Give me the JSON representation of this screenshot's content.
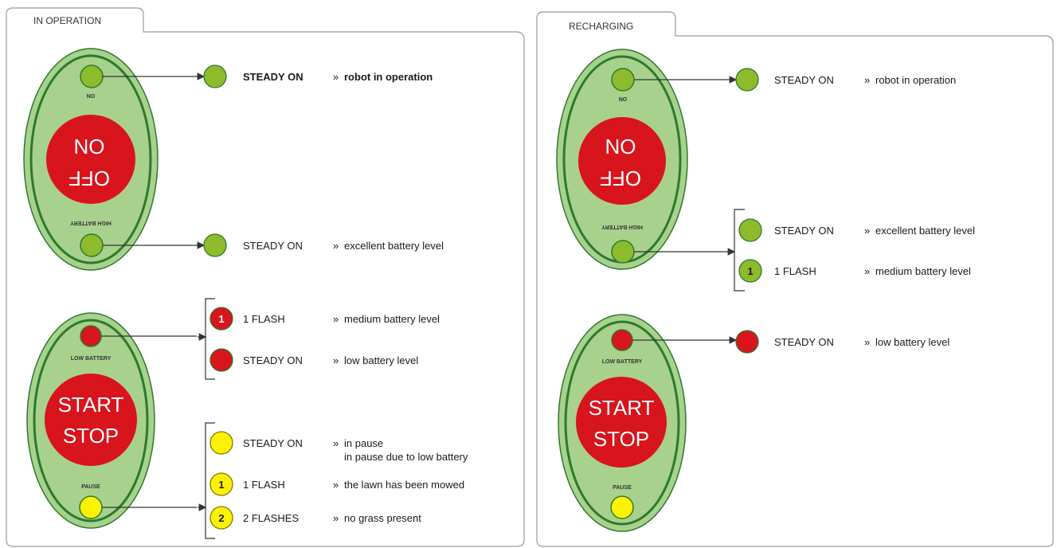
{
  "colors": {
    "panel_border": "#9a9a9a",
    "oval_fill": "#a9d18e",
    "oval_ring": "#2c7a2c",
    "led_green": "#8dbb2c",
    "led_red": "#d8141c",
    "led_yellow": "#fff200",
    "big_button_red": "#d8141c",
    "connector": "#333333"
  },
  "panels": {
    "operation": {
      "title": "IN OPERATION",
      "top_control": {
        "led_top_label": "NO",
        "button_text_upright": "NO",
        "button_text_flipped": "OFF",
        "led_bottom_label": "HIGH BATTERY"
      },
      "bottom_control": {
        "led_top_label": "LOW BATTERY",
        "button_line1": "START",
        "button_line2": "STOP",
        "led_bottom_label": "PAUSE"
      },
      "rows": [
        {
          "state": "STEADY ON",
          "desc": "robot in operation",
          "color": "green",
          "num": ""
        },
        {
          "state": "STEADY ON",
          "desc": "excellent battery level",
          "color": "green",
          "num": ""
        },
        {
          "state": "1 FLASH",
          "desc": "medium battery level",
          "color": "red",
          "num": "1"
        },
        {
          "state": "STEADY ON",
          "desc": "low battery level",
          "color": "red",
          "num": ""
        },
        {
          "state": "STEADY ON",
          "desc": "in pause",
          "desc2": "in pause due to low battery",
          "color": "yellow",
          "num": ""
        },
        {
          "state": "1 FLASH",
          "desc": "the lawn has been mowed",
          "color": "yellow",
          "num": "1"
        },
        {
          "state": "2 FLASHES",
          "desc": "no grass present",
          "color": "yellow",
          "num": "2"
        }
      ]
    },
    "recharging": {
      "title": "RECHARGING",
      "top_control": {
        "led_top_label": "NO",
        "button_text_upright": "NO",
        "button_text_flipped": "OFF",
        "led_bottom_label": "HIGH BATTERY"
      },
      "bottom_control": {
        "led_top_label": "LOW BATTERY",
        "button_line1": "START",
        "button_line2": "STOP",
        "led_bottom_label": "PAUSE"
      },
      "rows": [
        {
          "state": "STEADY ON",
          "desc": "robot in operation",
          "color": "green",
          "num": ""
        },
        {
          "state": "STEADY ON",
          "desc": "excellent battery level",
          "color": "green",
          "num": ""
        },
        {
          "state": "1 FLASH",
          "desc": "medium battery level",
          "color": "green",
          "num": "1"
        },
        {
          "state": "STEADY ON",
          "desc": "low battery level",
          "color": "red",
          "num": ""
        }
      ]
    }
  },
  "arrow_glyph": "»"
}
